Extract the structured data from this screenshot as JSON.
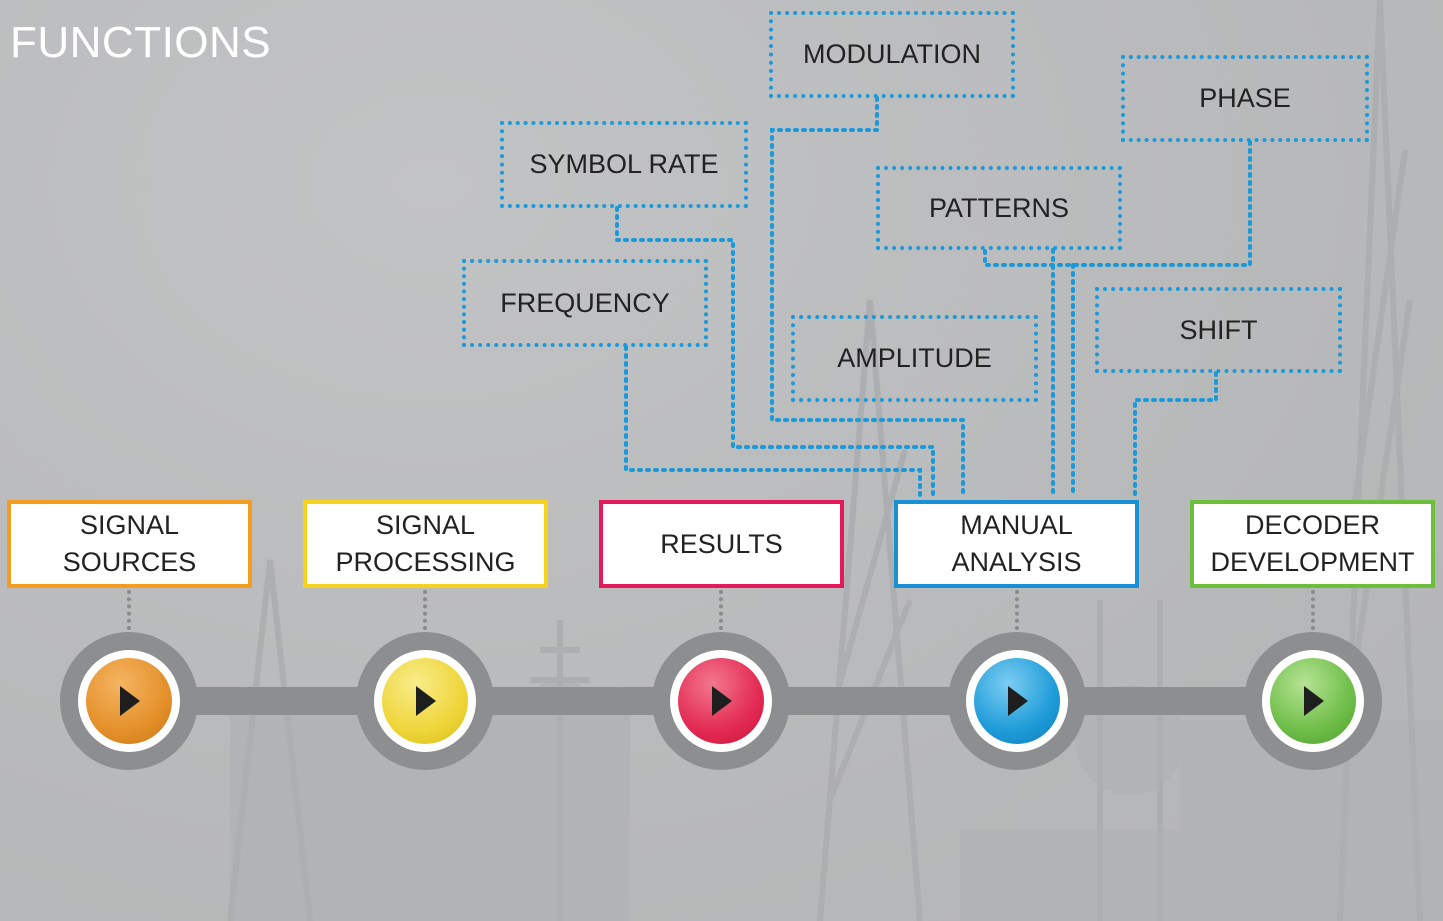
{
  "title": "FUNCTIONS",
  "features": [
    {
      "id": "modulation",
      "label": "MODULATION"
    },
    {
      "id": "phase",
      "label": "PHASE"
    },
    {
      "id": "symbol-rate",
      "label": "SYMBOL RATE"
    },
    {
      "id": "patterns",
      "label": "PATTERNS"
    },
    {
      "id": "frequency",
      "label": "FREQUENCY"
    },
    {
      "id": "shift",
      "label": "SHIFT"
    },
    {
      "id": "amplitude",
      "label": "AMPLITUDE"
    }
  ],
  "stages": [
    {
      "id": "signal-sources",
      "line1": "SIGNAL",
      "line2": "SOURCES",
      "color": "#f39c1f",
      "button_color": "#e4902a"
    },
    {
      "id": "signal-processing",
      "line1": "SIGNAL",
      "line2": "PROCESSING",
      "color": "#f7d21c",
      "button_color": "#eed53a"
    },
    {
      "id": "results",
      "line1": "RESULTS",
      "line2": "",
      "color": "#e4185a",
      "button_color": "#e32a52"
    },
    {
      "id": "manual-analysis",
      "line1": "MANUAL",
      "line2": "ANALYSIS",
      "color": "#1a90d4",
      "button_color": "#1e9bd8"
    },
    {
      "id": "decoder-development",
      "line1": "DECODER",
      "line2": "DEVELOPMENT",
      "color": "#6cbf3a",
      "button_color": "#6ebd48"
    }
  ],
  "icons": {
    "stage_button": "play-icon"
  },
  "colors": {
    "connector": "#1a9ad9",
    "track": "#8d8e90",
    "title": "#ffffff"
  }
}
